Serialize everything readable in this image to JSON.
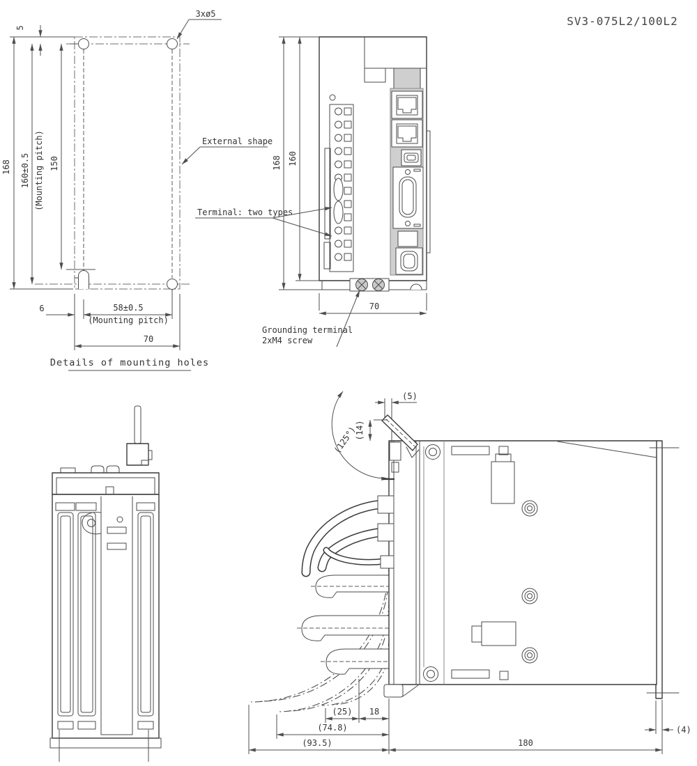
{
  "title": "SV3-075L2/100L2",
  "mounting_detail": {
    "caption": "Details of mounting holes",
    "hole_spec": "3xø5",
    "dims": {
      "top_offset": "5",
      "overall_height": "168",
      "vertical_pitch": "160±0.5",
      "vertical_pitch_note": "(Mounting pitch)",
      "slot_distance": "150",
      "left_offset": "6",
      "horizontal_pitch": "58±0.5",
      "horizontal_pitch_note": "(Mounting pitch)",
      "overall_width": "70"
    }
  },
  "front_view": {
    "labels": {
      "external_shape": "External shape",
      "terminal": "Terminal: two types",
      "grounding_line1": "Grounding terminal",
      "grounding_line2": "2xM4 screw"
    },
    "dims": {
      "overall_height": "168",
      "body_height": "160",
      "overall_width": "70"
    }
  },
  "side_view": {
    "dims": {
      "lever_protrusion": "(5)",
      "lever_height": "(14)",
      "swing_angle": "(125°)",
      "clearance_25": "(25)",
      "connector_18": "18",
      "clearance_748": "(74.8)",
      "clearance_935": "(93.5)",
      "overall_depth": "180",
      "rail_tab": "(4)"
    }
  }
}
